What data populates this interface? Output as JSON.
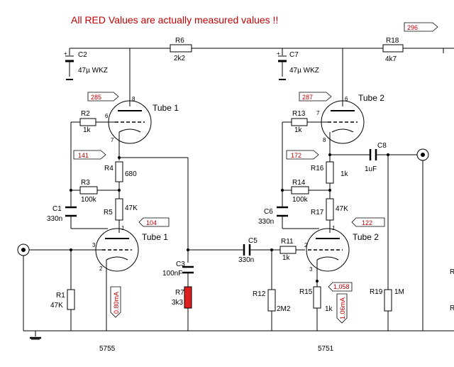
{
  "header": {
    "note": "All RED Values are actually measured values !!"
  },
  "tubes": {
    "stage1_upper": "Tube 1",
    "stage1_lower": "Tube 1",
    "stage2_upper": "Tube 2",
    "stage2_lower": "Tube 2",
    "stage1_type": "5755",
    "stage2_type": "5751"
  },
  "pins": {
    "t1u_plate": "8",
    "t1u_grid": "6",
    "t1u_cathode": "7",
    "t1l_plate": "1",
    "t1l_grid": "3",
    "t1l_cathode": "2",
    "t2u_plate": "6",
    "t2u_grid": "7",
    "t2u_cathode": "8",
    "t2l_plate": "1",
    "t2l_grid": "2",
    "t2l_cathode": "3"
  },
  "components": {
    "C2": {
      "ref": "C2",
      "value": "47µ WKZ"
    },
    "C7": {
      "ref": "C7",
      "value": "47µ WKZ"
    },
    "R6": {
      "ref": "R6",
      "value": "2k2"
    },
    "R18": {
      "ref": "R18",
      "value": "4k7"
    },
    "R2": {
      "ref": "R2",
      "value": "1k"
    },
    "R4": {
      "ref": "R4",
      "value": "680"
    },
    "R3": {
      "ref": "R3",
      "value": "100k"
    },
    "R5": {
      "ref": "R5",
      "value": "47K"
    },
    "C1": {
      "ref": "C1",
      "value": "330n"
    },
    "R1": {
      "ref": "R1",
      "value": "47K"
    },
    "C3": {
      "ref": "C3",
      "value": "100nF"
    },
    "R7": {
      "ref": "R7",
      "value": "3k3"
    },
    "C5": {
      "ref": "C5",
      "value": "330n"
    },
    "R12": {
      "ref": "R12",
      "value": "2M2"
    },
    "R13": {
      "ref": "R13",
      "value": "1k"
    },
    "R16": {
      "ref": "R16",
      "value": "1k"
    },
    "R14": {
      "ref": "R14",
      "value": "100k"
    },
    "R17": {
      "ref": "R17",
      "value": "47K"
    },
    "C6": {
      "ref": "C6",
      "value": "330n"
    },
    "R11": {
      "ref": "R11",
      "value": "1k"
    },
    "R15": {
      "ref": "R15",
      "value": "1k"
    },
    "C8": {
      "ref": "C8",
      "value": "1uF"
    },
    "R19": {
      "ref": "R19",
      "value": "1M"
    }
  },
  "measured": {
    "supply": "296",
    "t1_plate": "285",
    "t1_cathode": "141",
    "t1_lower_plate": "104",
    "t1_current": "0.80mA",
    "t2_plate": "287",
    "t2_cathode": "172",
    "t2_lower_plate": "122",
    "t2_cathode_v": "1,058",
    "t2_current": "1.06mA"
  },
  "colors": {
    "measured": "#c00000",
    "r7_fill": "#e02020",
    "wire": "#000000"
  }
}
